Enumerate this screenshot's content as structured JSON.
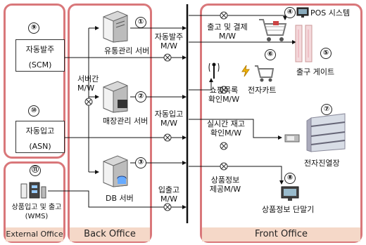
{
  "sections": {
    "external": "External Office",
    "back": "Back Office",
    "front": "Front Office"
  },
  "nums": [
    "①",
    "②",
    "③",
    "④",
    "⑤",
    "⑥",
    "⑦",
    "⑧",
    "⑨",
    "⑩",
    "⑪"
  ],
  "external": {
    "scm_box": {
      "line1": "자동발주",
      "line2": "(SCM)"
    },
    "asn_box": {
      "line1": "자동입고",
      "line2": "(ASN)"
    },
    "wms": {
      "line1": "상품입고 및 출고",
      "line2": "(WMS)"
    }
  },
  "back": {
    "distribution_server": "유통관리 서버",
    "store_server": "매장관리 서버",
    "db_server": "DB 서버",
    "inter_server_mw": {
      "line1": "서버간",
      "line2": "M/W"
    }
  },
  "middleware": {
    "auto_order": {
      "line1": "자동발주",
      "line2": "M/W"
    },
    "auto_receive": {
      "line1": "자동입고",
      "line2": "M/W"
    },
    "in_out": {
      "line1": "입출고",
      "line2": "M/W"
    }
  },
  "front": {
    "checkout_mw": {
      "line1": "출고 및 결제",
      "line2": "M/W"
    },
    "pos": "POS 시스템",
    "exit_gate": "출구 게이트",
    "shopping_list_mw": {
      "line1": "쇼핑목록",
      "line2": "확인M/W"
    },
    "e_cart": "전자카트",
    "realtime_inventory_mw": {
      "line1": "실시간 재고",
      "line2": "확인M/W"
    },
    "e_shelf": "전자진열장",
    "product_info_mw": {
      "line1": "상품정보",
      "line2": "제공M/W"
    },
    "product_terminal": "상품정보 단말기"
  },
  "colors": {
    "panel_border": "#d9777a",
    "label_bar": "#f5d8c8"
  }
}
